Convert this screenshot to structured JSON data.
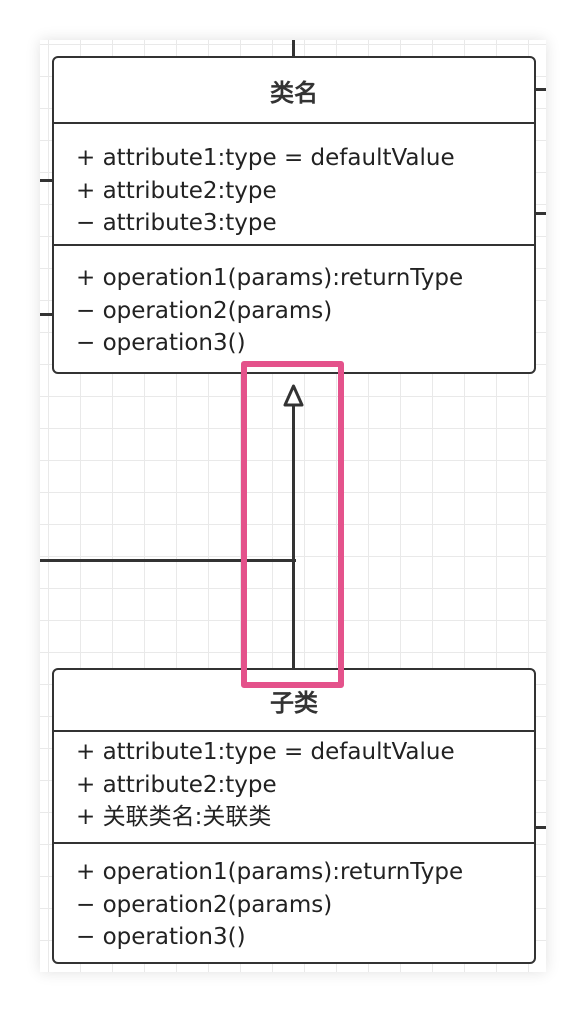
{
  "diagram": {
    "parent_class": {
      "name": "类名",
      "attributes": [
        "+ attribute1:type = defaultValue",
        "+ attribute2:type",
        "− attribute3:type"
      ],
      "operations": [
        "+ operation1(params):returnType",
        "− operation2(params)",
        "− operation3()"
      ]
    },
    "child_class": {
      "name": "子类",
      "attributes": [
        "+ attribute1:type = defaultValue",
        "+ attribute2:type",
        "+ 关联类名:关联类"
      ],
      "operations": [
        "+ operation1(params):returnType",
        "− operation2(params)",
        "− operation3()"
      ]
    },
    "relationship": "generalization",
    "colors": {
      "line": "#333333",
      "grid": "#e9e9e9",
      "highlight": "#e4528b"
    }
  }
}
